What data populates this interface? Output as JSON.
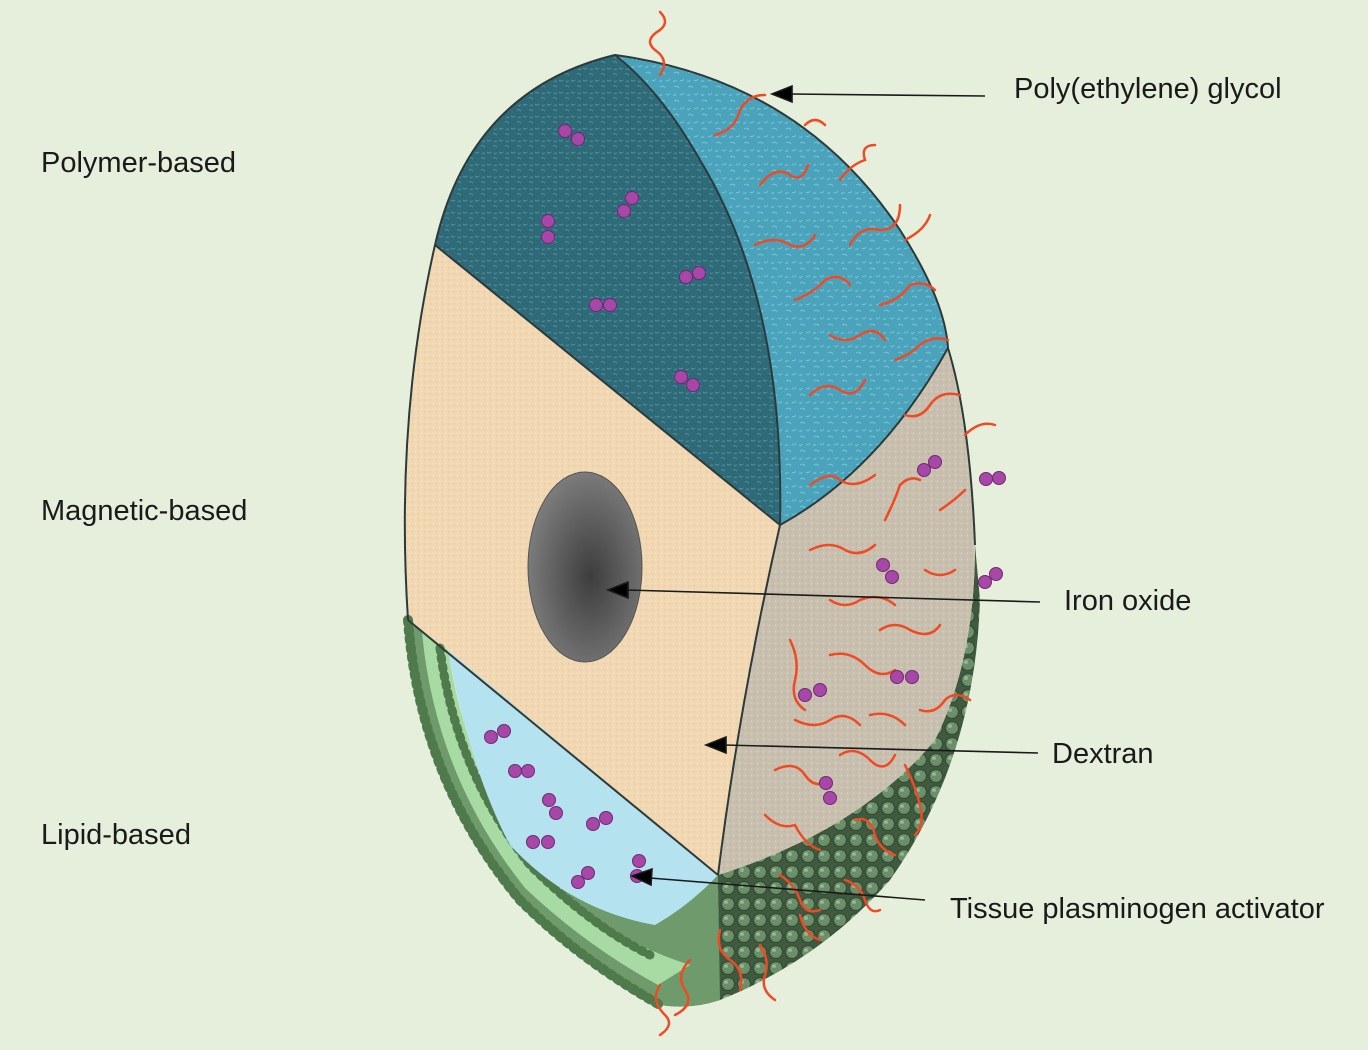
{
  "categories": {
    "polymer": "Polymer-based",
    "magnetic": "Magnetic-based",
    "lipid": "Lipid-based"
  },
  "callouts": {
    "peg": "Poly(ethylene) glycol",
    "iron_oxide": "Iron oxide",
    "dextran": "Dextran",
    "tpa": "Tissue plasminogen activator"
  },
  "colors": {
    "background": "#e5efdc",
    "polymer_front": "#2f6a78",
    "polymer_surface": "#4ba3bb",
    "magnetic_face": "#f1d8b2",
    "magnetic_rim": "#c8bfae",
    "iron_oxide": "#6a6a6a",
    "lipid_core": "#b4e2ee",
    "lipid_inner_band": "#a8dba4",
    "lipid_bilayer": "#6f9a6c",
    "lipid_outer": "#3f5a3e",
    "peg_chain": "#f04a25",
    "tpa_molecule": "#a748a8"
  }
}
